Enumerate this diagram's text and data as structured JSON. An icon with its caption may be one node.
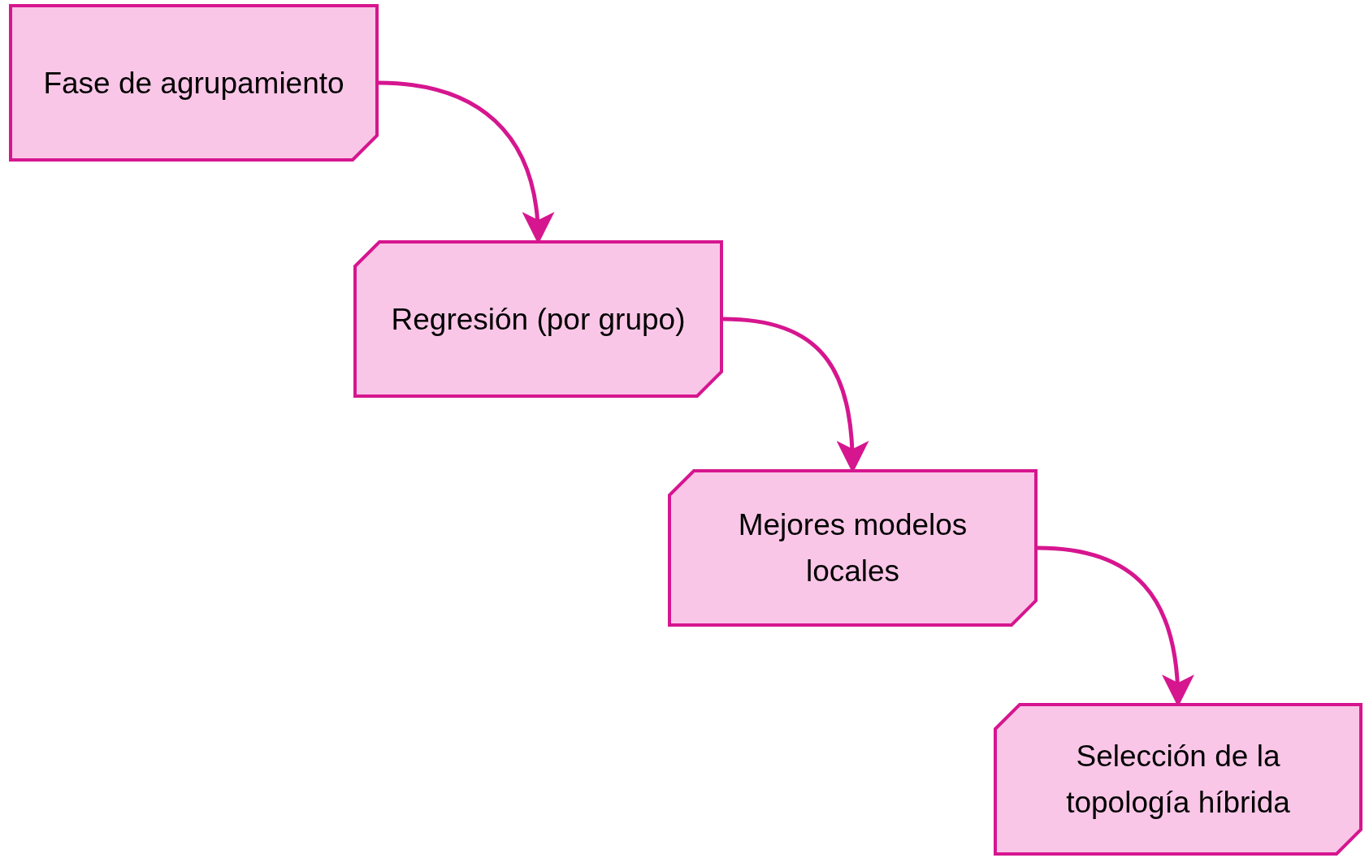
{
  "diagram": {
    "nodes": [
      {
        "text": [
          "Fase de agrupamiento"
        ]
      },
      {
        "text": [
          "Regresión (por grupo)"
        ]
      },
      {
        "text": [
          "Mejores modelos locales"
        ]
      },
      {
        "text": [
          "Selección de la topología híbrida"
        ]
      }
    ],
    "edges": [
      {
        "from": 0,
        "to": 1,
        "arrow": "to"
      },
      {
        "from": 1,
        "to": 2,
        "arrow": "to"
      },
      {
        "from": 2,
        "to": 3,
        "arrow": "to"
      }
    ]
  }
}
